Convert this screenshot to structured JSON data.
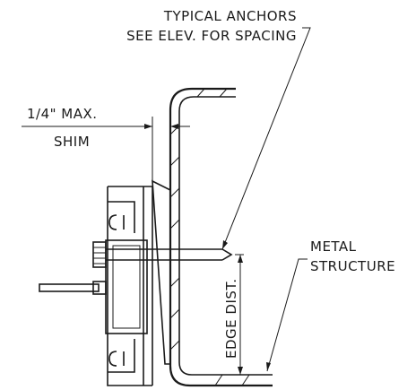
{
  "labels": {
    "anchors_line1": "TYPICAL ANCHORS",
    "anchors_line2": "SEE ELEV. FOR SPACING",
    "shim_max": "1/4\" MAX.",
    "shim": "SHIM",
    "metal_line1": "METAL",
    "metal_line2": "STRUCTURE",
    "edge_dist": "EDGE DIST."
  },
  "colors": {
    "ink": "#1a1a1a",
    "paper": "#ffffff"
  }
}
